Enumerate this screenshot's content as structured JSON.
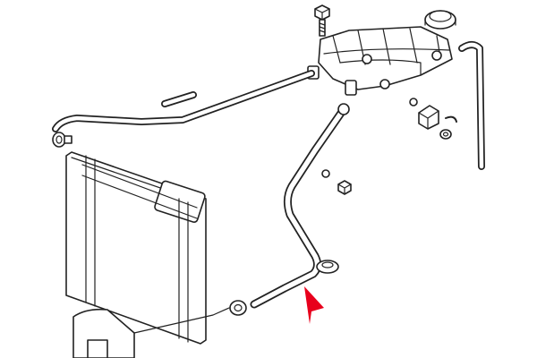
{
  "figure": {
    "kind": "exploded parts diagram",
    "line_color": "#222222",
    "background": "#ffffff",
    "pointer_color": "#e8001c"
  },
  "parts": [
    {
      "id": "bolt-top",
      "icon": "bolt-icon"
    },
    {
      "id": "cap",
      "icon": "cap-icon"
    },
    {
      "id": "expansion-tank",
      "icon": "tank-icon"
    },
    {
      "id": "right-bent-pipe",
      "icon": "pipe-icon"
    },
    {
      "id": "small-straight-pipe",
      "icon": "pipe-icon"
    },
    {
      "id": "long-hose",
      "icon": "hose-icon"
    },
    {
      "id": "hose-clip-left",
      "icon": "clamp-icon"
    },
    {
      "id": "tank-sensor",
      "icon": "sensor-icon"
    },
    {
      "id": "o-ring",
      "icon": "ring-icon"
    },
    {
      "id": "retaining-clip",
      "icon": "clip-icon"
    },
    {
      "id": "coolant-pipe",
      "icon": "pipe-icon"
    },
    {
      "id": "bolt-mid",
      "icon": "bolt-icon"
    },
    {
      "id": "grommet",
      "icon": "grommet-icon"
    },
    {
      "id": "radiator",
      "icon": "radiator-icon"
    },
    {
      "id": "lower-hose-clamp",
      "icon": "clamp-icon"
    },
    {
      "id": "highlight-arrow",
      "icon": "arrow-pointer-icon"
    }
  ]
}
